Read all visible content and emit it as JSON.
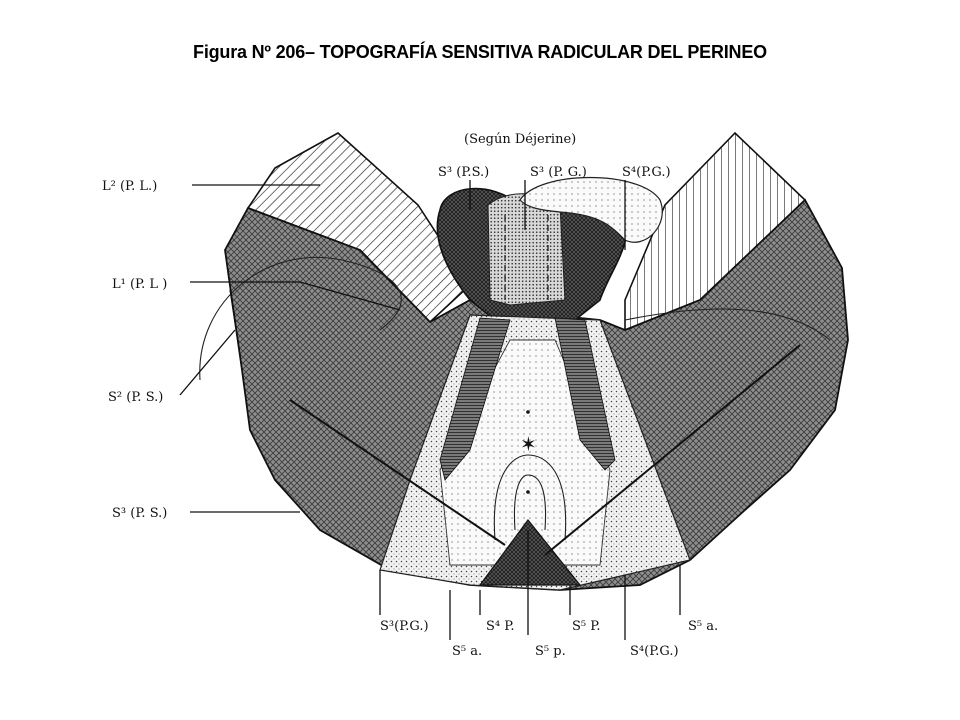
{
  "title": "Figura Nº 206– TOPOGRAFÍA SENSITIVA RADICULAR DEL PERINEO",
  "source": "(Según Déjerine)",
  "labels": {
    "l2_pl": "L² (P. L.)",
    "l1_pl": "L¹ (P. L )",
    "s2_ps": "S² (P. S.)",
    "s3_ps_left": "S³ (P. S.)",
    "s3_ps_top": "S³ (P.S.)",
    "s3_pg_top": "S³ (P. G.)",
    "s4_pg_top": "S⁴(P.G.)",
    "s3_pg_bottom": "S³(P.G.)",
    "s5_a_left": "S⁵ a.",
    "s4_p": "S⁴ P.",
    "s5_p": "S⁵ p.",
    "s5_p_right": "S⁵ P.",
    "s4_pg_bottom": "S⁴(P.G.)",
    "s5_a_right": "S⁵ a."
  }
}
